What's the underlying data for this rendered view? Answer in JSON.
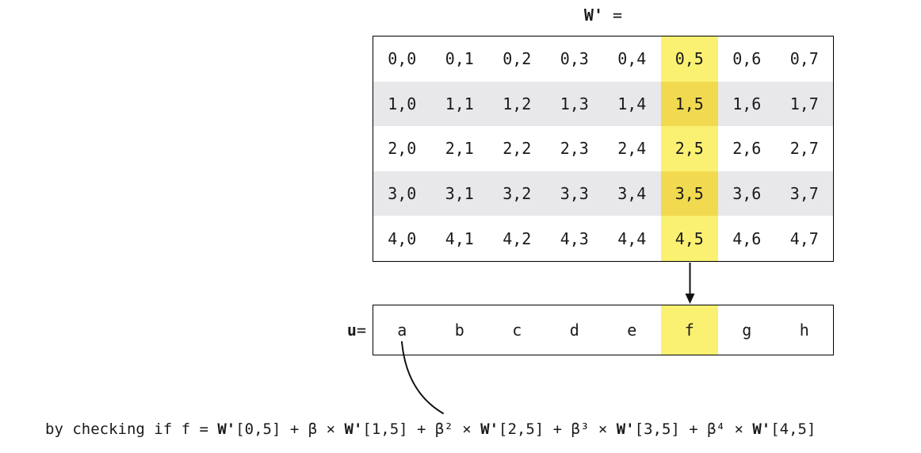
{
  "colors": {
    "highlight_light": "#FAF172",
    "highlight_dark": "#F2DA50",
    "row_stripe": "#E8E8EB",
    "border": "#000000",
    "text": "#1A1A1A",
    "background": "#FFFFFF",
    "arrow": "#111111"
  },
  "matrix": {
    "title": {
      "bold": "W'",
      "rest": " ="
    },
    "rows": [
      [
        "0,0",
        "0,1",
        "0,2",
        "0,3",
        "0,4",
        "0,5",
        "0,6",
        "0,7"
      ],
      [
        "1,0",
        "1,1",
        "1,2",
        "1,3",
        "1,4",
        "1,5",
        "1,6",
        "1,7"
      ],
      [
        "2,0",
        "2,1",
        "2,2",
        "2,3",
        "2,4",
        "2,5",
        "2,6",
        "2,7"
      ],
      [
        "3,0",
        "3,1",
        "3,2",
        "3,3",
        "3,4",
        "3,5",
        "3,6",
        "3,7"
      ],
      [
        "4,0",
        "4,1",
        "4,2",
        "4,3",
        "4,4",
        "4,5",
        "4,6",
        "4,7"
      ]
    ],
    "highlight_col": 5
  },
  "vector": {
    "label": {
      "bold": "u",
      "rest": "="
    },
    "cells": [
      "a",
      "b",
      "c",
      "d",
      "e",
      "f",
      "g",
      "h"
    ],
    "highlight_col": 5
  },
  "formula": {
    "segments": [
      {
        "text": "by checking if f = ",
        "bold": false
      },
      {
        "text": "W'",
        "bold": true
      },
      {
        "text": "[0,5] + β × ",
        "bold": false
      },
      {
        "text": "W'",
        "bold": true
      },
      {
        "text": "[1,5] + β² × ",
        "bold": false
      },
      {
        "text": "W'",
        "bold": true
      },
      {
        "text": "[2,5] + β³ × ",
        "bold": false
      },
      {
        "text": "W'",
        "bold": true
      },
      {
        "text": "[3,5] + β⁴ × ",
        "bold": false
      },
      {
        "text": "W'",
        "bold": true
      },
      {
        "text": "[4,5]",
        "bold": false
      }
    ]
  }
}
